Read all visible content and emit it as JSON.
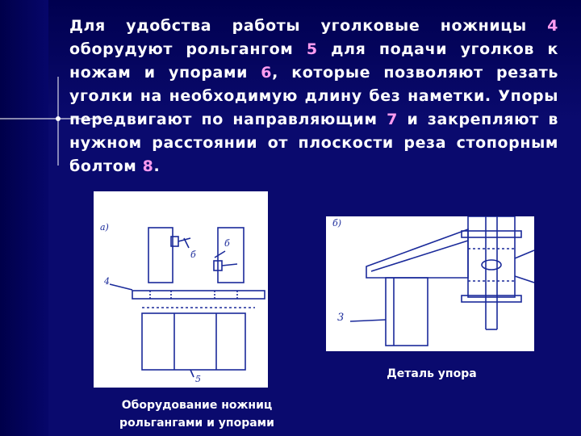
{
  "paragraph": {
    "t1": "Для удобства работы уголковые ножницы ",
    "n1": "4",
    "t2": " оборудуют рольгангом ",
    "n2": "5",
    "t3": " для подачи уголков к ножам и упорами ",
    "n3": "6",
    "t4": ", которые позволяют резать уголки на необходимую длину без наметки. Упоры передвигают по направляющим ",
    "n4": "7",
    "t5": " и закрепляют в нужном расстоянии от плоскости реза стопорным болтом ",
    "n5": "8",
    "t6": "."
  },
  "figure_a": {
    "label": "а)",
    "callouts": [
      "б",
      "б",
      "4",
      "5"
    ]
  },
  "figure_b": {
    "label": "б)",
    "callouts": [
      "3"
    ]
  },
  "captions": {
    "figure_a_line1": "Оборудование ножниц",
    "figure_a_line2": "рольгангами и упорами",
    "figure_b": "Деталь упора"
  },
  "colors": {
    "background": "#0a0a6e",
    "text": "#ffffff",
    "highlight": "#ff9cf0",
    "drawing": "#1a2a9a"
  }
}
